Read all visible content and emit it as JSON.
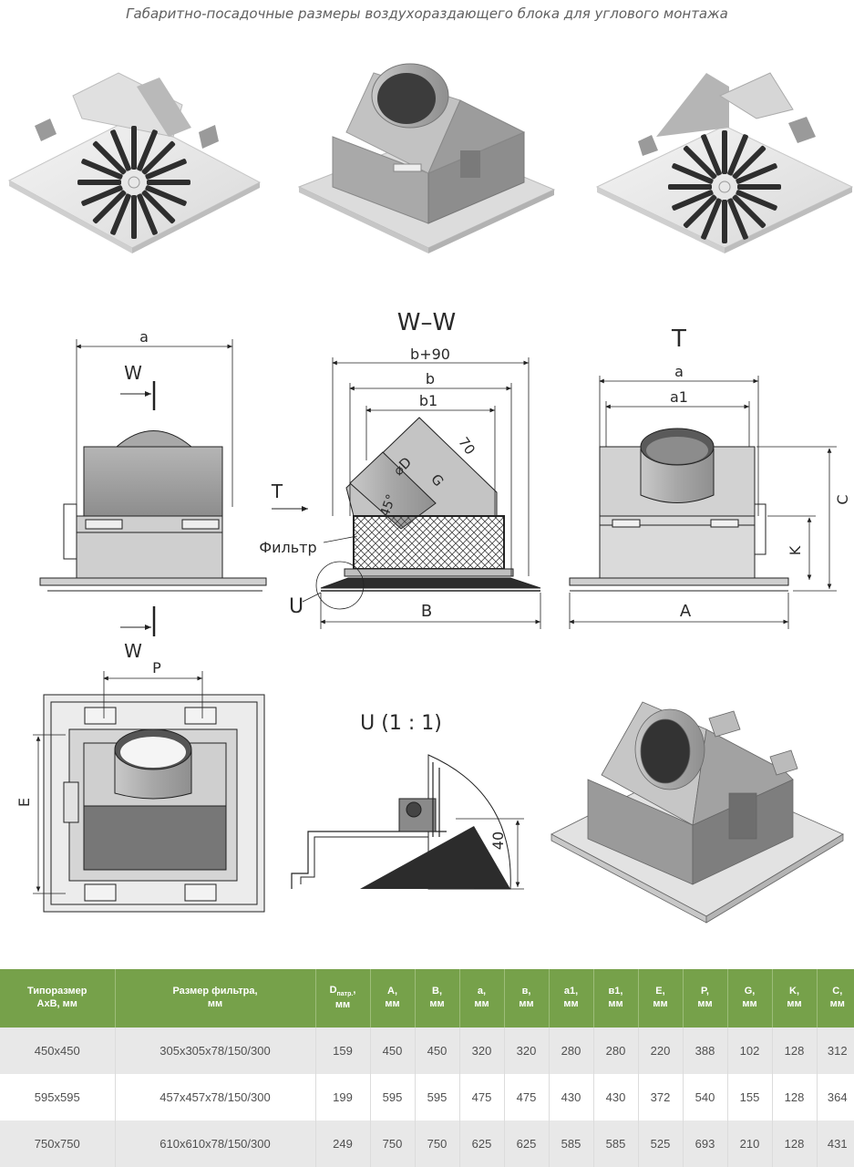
{
  "title": "Габаритно-посадочные размеры воздухораздающего блока для углового монтажа",
  "views": {
    "section_ww": "W–W",
    "view_t": "T",
    "detail_u": "U (1 : 1)"
  },
  "dims": {
    "a": "a",
    "a1": "a1",
    "b_plus_90": "b+90",
    "b": "b",
    "b1": "b1",
    "dia_d": "⌀D",
    "seventy": "70",
    "g": "G",
    "deg45": "45°",
    "t_arrow": "T",
    "w": "W",
    "filter": "Фильтр",
    "u": "U",
    "B": "B",
    "A": "A",
    "C": "C",
    "K": "K",
    "E": "E",
    "P": "P",
    "forty": "40"
  },
  "table": {
    "headers": [
      {
        "l1": "Типоразмер",
        "l2": "AxB, мм"
      },
      {
        "l1": "Размер фильтра,",
        "l2": "мм"
      },
      {
        "l1": "D",
        "sub": "патр.",
        "l1b": ",",
        "l2": "мм"
      },
      {
        "l1": "A,",
        "l2": "мм"
      },
      {
        "l1": "B,",
        "l2": "мм"
      },
      {
        "l1": "a,",
        "l2": "мм"
      },
      {
        "l1": "в,",
        "l2": "мм"
      },
      {
        "l1": "a1,",
        "l2": "мм"
      },
      {
        "l1": "в1,",
        "l2": "мм"
      },
      {
        "l1": "E,",
        "l2": "мм"
      },
      {
        "l1": "P,",
        "l2": "мм"
      },
      {
        "l1": "G,",
        "l2": "мм"
      },
      {
        "l1": "K,",
        "l2": "мм"
      },
      {
        "l1": "C,",
        "l2": "мм"
      }
    ],
    "rows": [
      [
        "450x450",
        "305x305x78/150/300",
        "159",
        "450",
        "450",
        "320",
        "320",
        "280",
        "280",
        "220",
        "388",
        "102",
        "128",
        "312"
      ],
      [
        "595x595",
        "457x457x78/150/300",
        "199",
        "595",
        "595",
        "475",
        "475",
        "430",
        "430",
        "372",
        "540",
        "155",
        "128",
        "364"
      ],
      [
        "750x750",
        "610x610x78/150/300",
        "249",
        "750",
        "750",
        "625",
        "625",
        "585",
        "585",
        "525",
        "693",
        "210",
        "128",
        "431"
      ]
    ]
  }
}
